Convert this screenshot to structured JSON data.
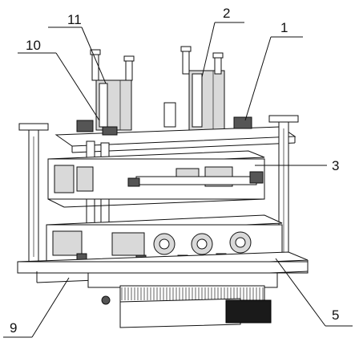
{
  "callouts": {
    "c1": "1",
    "c2": "2",
    "c3": "3",
    "c5": "5",
    "c9": "9",
    "c10": "10",
    "c11": "11"
  }
}
